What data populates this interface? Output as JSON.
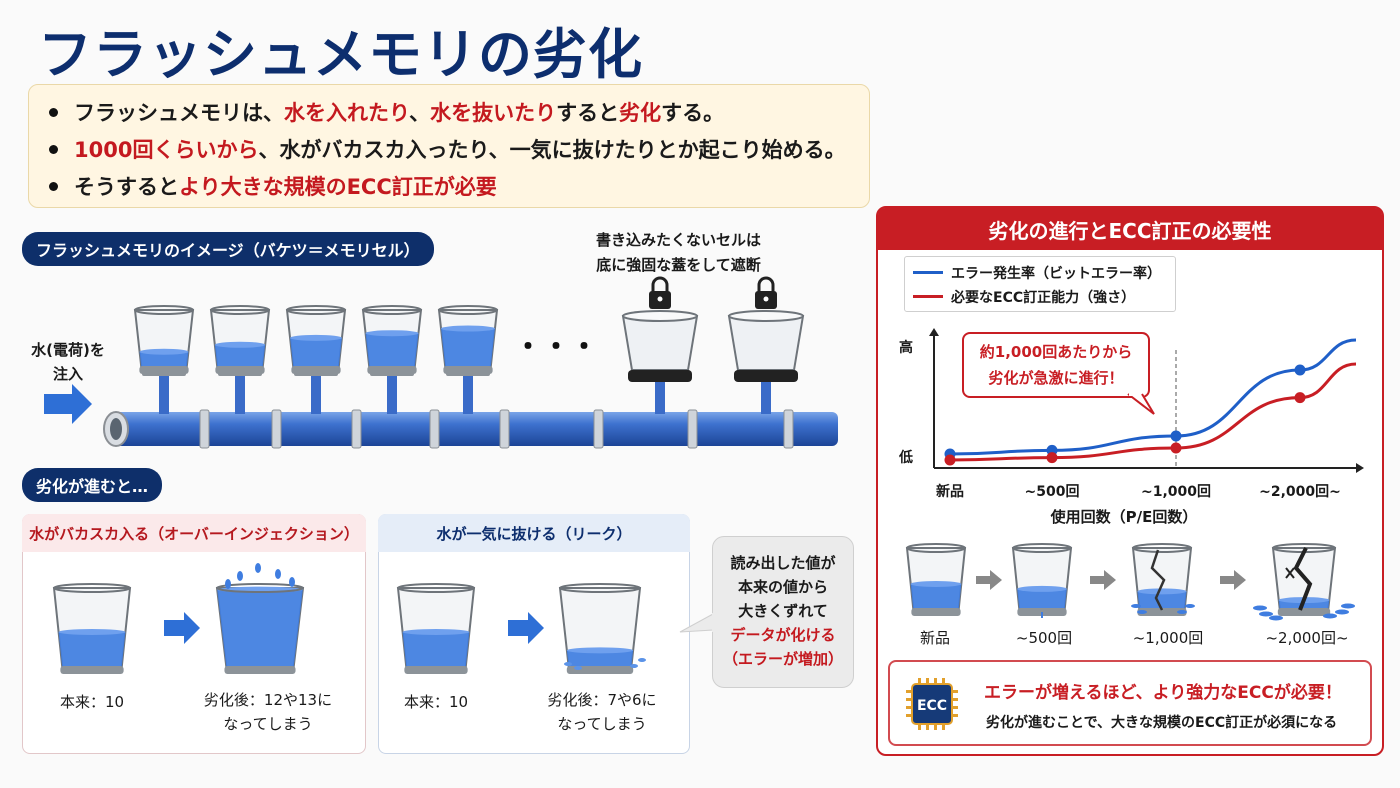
{
  "title": "フラッシュメモリの劣化",
  "bullets": [
    {
      "parts": [
        {
          "t": "フラッシュメモリは、",
          "red": false
        },
        {
          "t": "水を入れたり",
          "red": true
        },
        {
          "t": "、",
          "red": false
        },
        {
          "t": "水を抜いたり",
          "red": true
        },
        {
          "t": "すると",
          "red": false
        },
        {
          "t": "劣化",
          "red": true
        },
        {
          "t": "する。",
          "red": false
        }
      ]
    },
    {
      "parts": [
        {
          "t": "1000回くらいから",
          "red": true
        },
        {
          "t": "、水がバカスカ入ったり、一気に抜けたりとか起こり始める。",
          "red": false
        }
      ]
    },
    {
      "parts": [
        {
          "t": "そうすると",
          "red": false
        },
        {
          "t": "より大きな規模のECC訂正が必要",
          "red": true
        }
      ]
    }
  ],
  "image_section": {
    "label": "フラッシュメモリのイメージ（バケツ＝メモリセル）",
    "inject_label_line1": "水(電荷)を",
    "inject_label_line2": "注入",
    "ellipsis": "・・・",
    "lock_note_line1": "書き込みたくないセルは",
    "lock_note_line2": "底に強固な蓋をして遮断",
    "bucket_fill_levels": [
      0.28,
      0.4,
      0.52,
      0.6,
      0.68
    ],
    "icons": [
      "arrow-right-icon",
      "padlock-icon",
      "bucket-icon"
    ]
  },
  "degradation": {
    "label": "劣化が進むと…",
    "over": {
      "title": "水がバカスカ入る（オーバーインジェクション）",
      "before": "本来：10",
      "after_line1": "劣化後：12や13に",
      "after_line2": "なってしまう"
    },
    "leak": {
      "title": "水が一気に抜ける（リーク）",
      "before": "本来：10",
      "after_line1": "劣化後：7や6に",
      "after_line2": "なってしまう"
    },
    "bubble": {
      "line1": "読み出した値が",
      "line2": "本来の値から",
      "line3": "大きくずれて",
      "line4": "データが化ける",
      "line5": "（エラーが増加）"
    }
  },
  "panel": {
    "title": "劣化の進行とECC訂正の必要性",
    "callout_line1": "約1,000回あたりから",
    "callout_line2": "劣化が急激に進行！",
    "stages": [
      "新品",
      "~500回",
      "~1,000回",
      "~2,000回~"
    ],
    "ecc_chip": "ECC",
    "ecc_headline": "エラーが増えるほど、より強力なECCが必要！",
    "ecc_sub": "劣化が進むことで、大きな規模のECC訂正が必須になる"
  },
  "chart_data": {
    "type": "line",
    "x": [
      "新品",
      "~500回",
      "~1,000回",
      "~2,000回~"
    ],
    "xlabel": "使用回数（P/E回数）",
    "ylabel_high": "高",
    "ylabel_low": "低",
    "series": [
      {
        "name": "エラー発生率（ビットエラー率）",
        "color": "#1f5fc8",
        "values": [
          0.05,
          0.08,
          0.2,
          0.75
        ],
        "end": 1.0
      },
      {
        "name": "必要なECC訂正能力（強さ）",
        "color": "#c81e24",
        "values": [
          0.0,
          0.02,
          0.1,
          0.52
        ],
        "end": 0.8
      }
    ],
    "vline_at": "~1,000回",
    "legend_position": "top-left",
    "grid": false
  }
}
